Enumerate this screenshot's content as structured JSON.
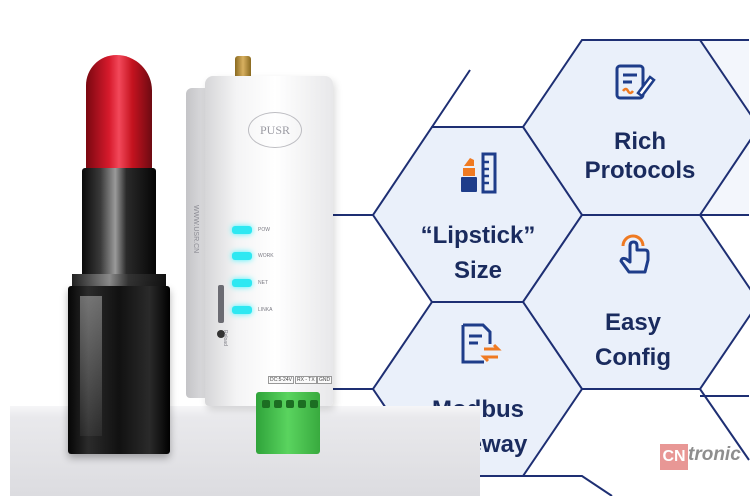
{
  "features": {
    "rich_protocols": {
      "line1": "Rich",
      "line2": "Protocols"
    },
    "lipstick_size": {
      "line1": "“Lipstick”",
      "line2": "Size"
    },
    "easy_config": {
      "line1": "Easy",
      "line2": "Config"
    },
    "modbus_gateway": {
      "line1": "Modbus",
      "line2": "Gateway"
    }
  },
  "device": {
    "brand": "PUSR",
    "url": "WWW.USR.CN",
    "leds": [
      "POW",
      "WORK",
      "NET",
      "LINKA"
    ],
    "reload": "Reload",
    "pins": [
      "DC:5-24V",
      "RX - TX",
      "GND"
    ]
  },
  "watermark": {
    "badge": "CN",
    "name": "tronic"
  },
  "colors": {
    "hex_border": "#1e2f73",
    "hex_fill": "#eaf0fa",
    "label_text": "#1a2b5e",
    "icon_blue": "#1e3d8a",
    "icon_orange": "#ef7a22",
    "led_cyan": "#2ee8f2",
    "terminal_green": "#4cc452"
  },
  "icons": [
    "document-pen-icon",
    "lipstick-ruler-icon",
    "tap-hand-icon",
    "document-exchange-icon"
  ]
}
